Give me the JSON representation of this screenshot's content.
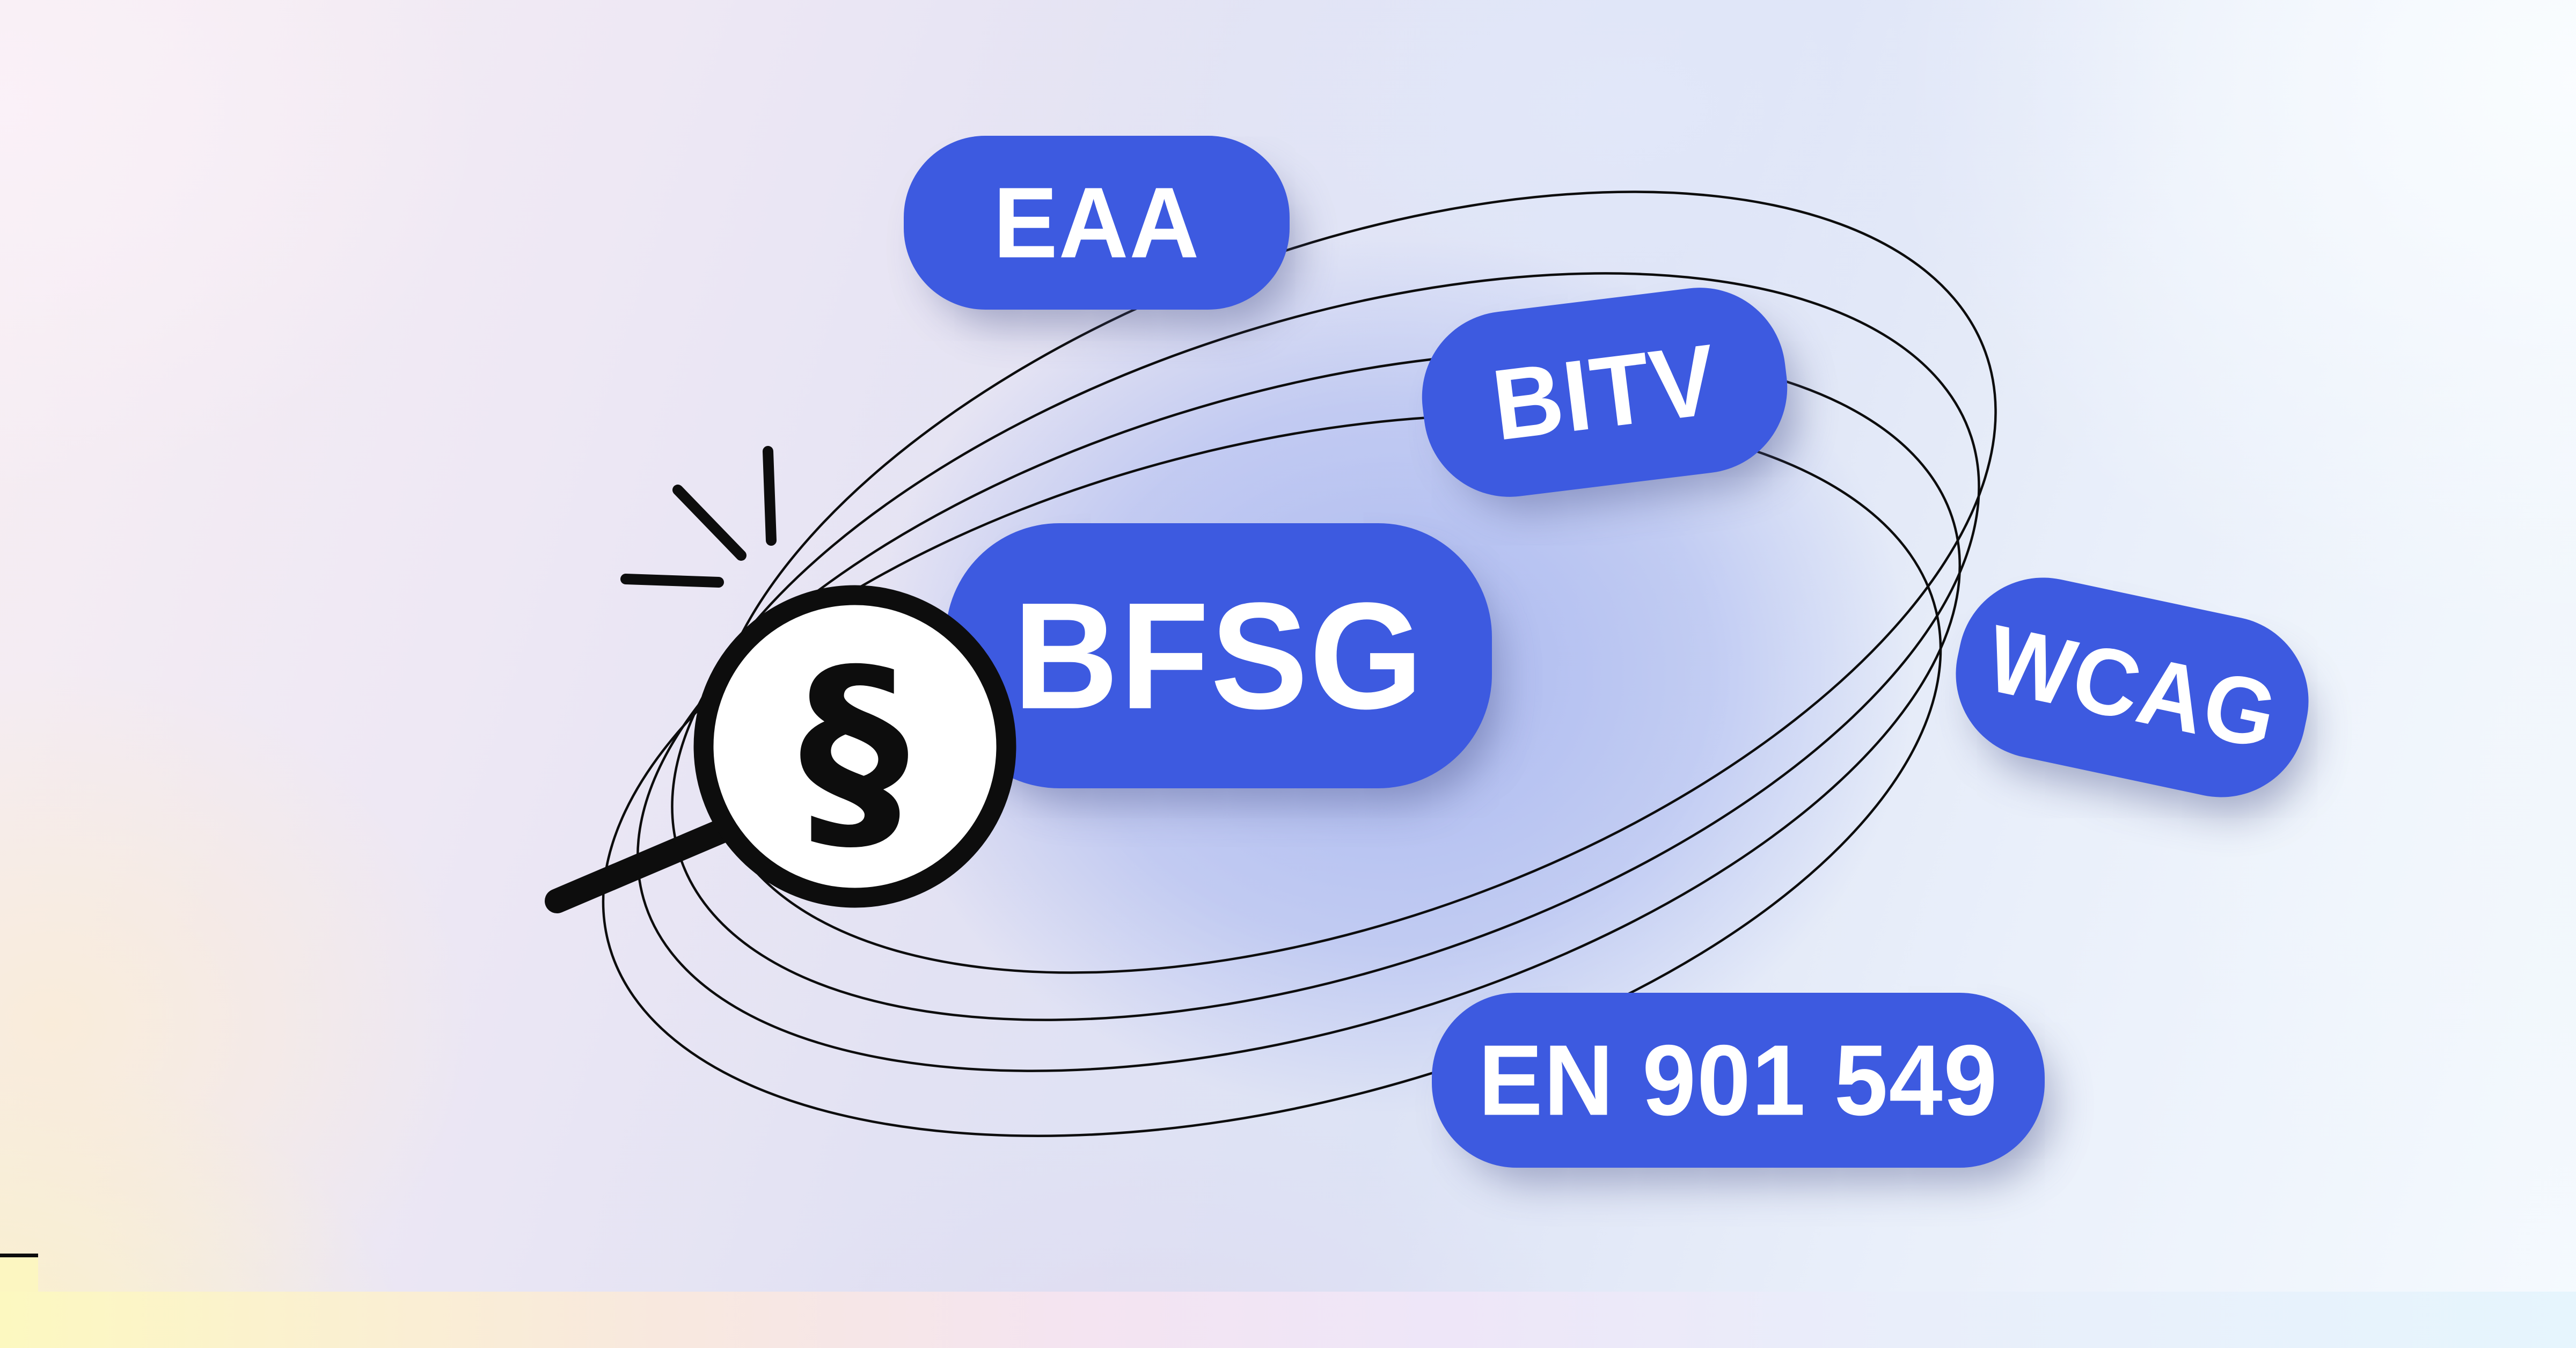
{
  "illustration": {
    "badges": [
      {
        "id": "eaa",
        "label": "EAA"
      },
      {
        "id": "bitv",
        "label": "BITV"
      },
      {
        "id": "bfsg",
        "label": "BFSG"
      },
      {
        "id": "wcag",
        "label": "WCAG"
      },
      {
        "id": "en-901-549",
        "label": "EN 901 549"
      }
    ],
    "magnifier": {
      "glyph": "§"
    },
    "colors": {
      "badge_blue": "#3D5AE0",
      "ink": "#0D0D0D",
      "label_text": "#FFFFFF"
    }
  }
}
